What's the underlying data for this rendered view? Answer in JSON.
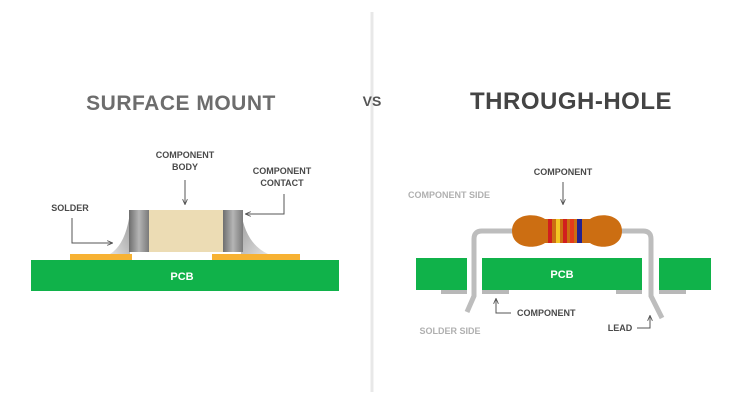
{
  "titles": {
    "left": "SURFACE MOUNT",
    "vs": "VS",
    "right": "THROUGH-HOLE"
  },
  "surface_mount": {
    "component_body_line1": "COMPONENT",
    "component_body_line2": "BODY",
    "component_contact_line1": "COMPONENT",
    "component_contact_line2": "CONTACT",
    "solder": "SOLDER",
    "pcb": "PCB"
  },
  "through_hole": {
    "component_top": "COMPONENT",
    "component_side": "COMPONENT SIDE",
    "pcb": "PCB",
    "component_bottom": "COMPONENT",
    "solder_side": "SOLDER SIDE",
    "lead": "LEAD"
  },
  "colors": {
    "pcb_green": "#10b24a",
    "solder_orange": "#f7b233",
    "component_body": "#ecdcb4",
    "contact_gray": "#8a8a8a",
    "resistor_body": "#cc6e12",
    "lead_gray": "#b8b8b8",
    "divider": "#e6e6e6"
  }
}
